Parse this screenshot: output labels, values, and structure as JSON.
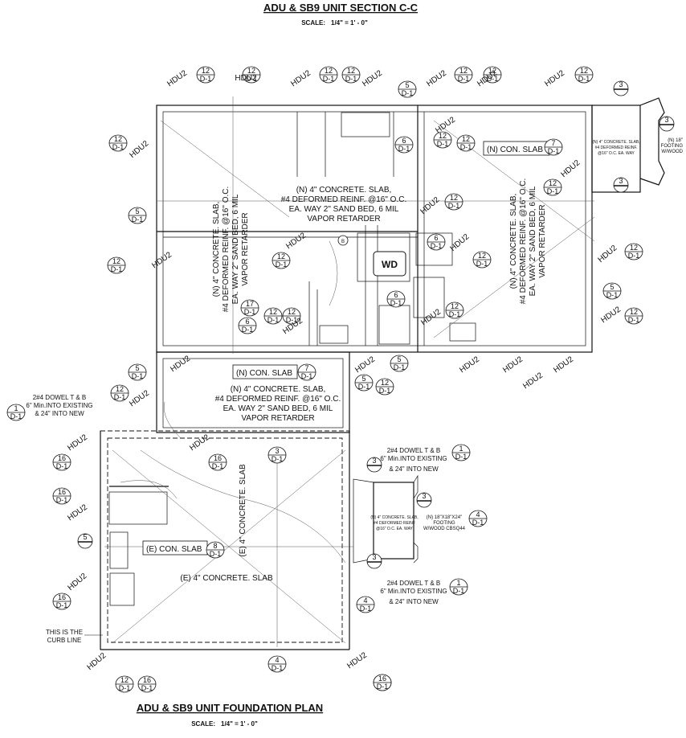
{
  "titles": {
    "section": "ADU & SB9 UNIT SECTION C-C",
    "section_scale_label": "SCALE:",
    "section_scale_value": "1/4\" = 1' - 0\"",
    "plan": "ADU & SB9 UNIT FOUNDATION PLAN",
    "plan_scale_label": "SCALE:",
    "plan_scale_value": "1/4\" = 1' - 0\""
  },
  "slab_notes": {
    "north_line1": "(N) 4\" CONCRETE. SLAB,",
    "north_line2": "#4 DEFORMED REINF. @16\" O.C.",
    "north_line3": "EA. WAY 2\" SAND BED, 6 MIL",
    "north_line4": "VAPOR RETARDER",
    "west_line1": "(N) 4\" CONCRETE. SLAB,",
    "west_line2": "#4 DEFORMED REINF. @16\" O.C.",
    "west_line3": "EA. WAY 2\" SAND BED, 6 MIL",
    "west_line4": "VAPOR RETARDER",
    "east_line1": "(N) 4\" CONCRETE. SLAB,",
    "east_line2": "#4 DEFORMED REINF. @16\" O.C.",
    "east_line3": "EA. WAY 2\" SAND BED, 6 MIL",
    "east_line4": "VAPOR RETARDER",
    "middle_line1": "(N) 4\" CONCRETE. SLAB,",
    "middle_line2": "#4 DEFORMED REINF. @16\" O.C.",
    "middle_line3": "EA. WAY 2\" SAND BED, 6 MIL",
    "middle_line4": "VAPOR RETARDER",
    "existing_vertical": "(E) 4\" CONCRETE. SLAB",
    "existing_horizontal": "(E) 4\" CONCRETE. SLAB",
    "con_slab_n1": "(N) CON. SLAB",
    "con_slab_n2": "(N) CON. SLAB",
    "con_slab_e": "(E) CON. SLAB",
    "curb_line1": "THIS IS THE",
    "curb_line2": "CURB LINE",
    "wd": "WD",
    "b": "B"
  },
  "dowel_notes": {
    "left_line1": "2#4 DOWEL T & B",
    "left_line2": "6\" Min.INTO EXISTING",
    "left_line3": "& 24\" INTO NEW",
    "right_top_line1": "2#4 DOWEL T & B",
    "right_top_line2": "6\" Min.INTO EXISTING",
    "right_top_line3": "& 24\" INTO NEW",
    "right_bot_line1": "2#4 DOWEL T & B",
    "right_bot_line2": "6\" Min.INTO EXISTING",
    "right_bot_line3": "& 24\" INTO NEW"
  },
  "footing_notes": {
    "top_line1": "(N) 4\" CONCRETE. SLAB,",
    "top_line2": "#4 DEFORMED REINF.",
    "top_line3": "@16\" O.C. EA. WAY",
    "top_right_line1": "(N) 18\"",
    "top_right_line2": "FOOTING",
    "top_right_line3": "W/WOOD",
    "mid_line1": "(N) 4\" CONCRETE. SLAB,",
    "mid_line2": "#4 DEFORMED REINF",
    "mid_line3": "@16\" O.C. EA. WAY",
    "mid_right_line1": "(N) 18\"X18\"X24\"",
    "mid_right_line2": "FOOTING",
    "mid_right_line3": "W/WOOD CBSQ44"
  },
  "hdu_label": "HDU2",
  "sheet": "D-1"
}
